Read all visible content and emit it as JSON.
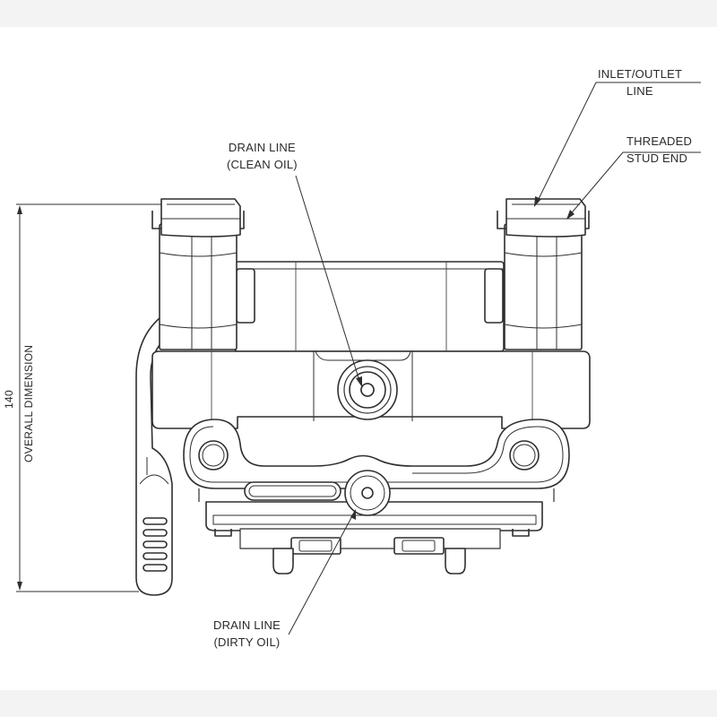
{
  "colors": {
    "background": "#ffffff",
    "stroke": "#2f2f2f",
    "fill": "#ffffff",
    "frame": "#f3f3f3"
  },
  "labels": {
    "inlet_outlet": {
      "line1": "INLET/OUTLET",
      "line2": "LINE"
    },
    "threaded": {
      "line1": "THREADED",
      "line2": "STUD END"
    },
    "drain_clean": {
      "line1": "DRAIN LINE",
      "line2": "(CLEAN OIL)"
    },
    "drain_dirty": {
      "line1": "DRAIN LINE",
      "line2": "(DIRTY OIL)"
    },
    "dimension": {
      "value": "140",
      "text": "OVERALL DIMENSION"
    }
  }
}
